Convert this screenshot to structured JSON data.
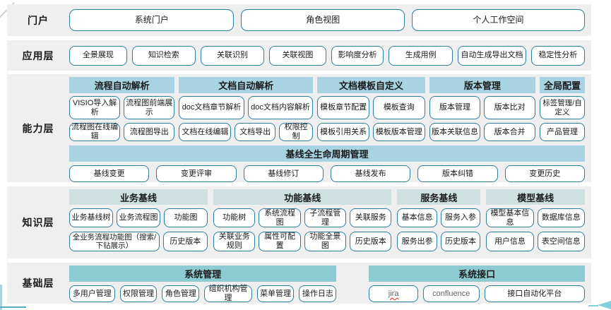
{
  "portal": {
    "label": "门户",
    "items": [
      "系统门户",
      "角色视图",
      "个人工作空间"
    ]
  },
  "app": {
    "label": "应用层",
    "items": [
      "全景展现",
      "知识检索",
      "关联识别",
      "关联视图",
      "影响度分析",
      "生成用例",
      "自动生成导出文档",
      "稳定性分析"
    ]
  },
  "cap": {
    "label": "能力层",
    "groups": [
      {
        "h": "流程自动解析",
        "r0": [
          "VISIO导入解析",
          "流程图前端展示"
        ],
        "r1": [
          "流程图在线编辑",
          "流程图导出"
        ]
      },
      {
        "h": "文档自动解析",
        "r0": [
          "doc文档章节解析",
          "doc文档内容解析"
        ],
        "r1": [
          "文档在线编辑",
          "文档导出",
          "权限控制"
        ]
      },
      {
        "h": "文档模板自定义",
        "r0": [
          "模板章节配置",
          "模板查询"
        ],
        "r1": [
          "模板引用关系",
          "模板版本管理"
        ]
      },
      {
        "h": "版本管理",
        "r0": [
          "版本管理",
          "版本比对"
        ],
        "r1": [
          "版本关联信息",
          "版本合并"
        ]
      },
      {
        "h": "全局配置",
        "r0": [
          "标签管理/自定义"
        ],
        "r1": [
          "产品管理"
        ]
      }
    ],
    "baseline": {
      "h": "基线全生命周期管理",
      "items": [
        "基线变更",
        "变更评审",
        "基线修订",
        "基线发布",
        "版本纠错",
        "变更历史"
      ]
    }
  },
  "know": {
    "label": "知识层",
    "groups": [
      {
        "h": "业务基线",
        "r0": [
          "业务基线树",
          "业务流程图",
          "功能图"
        ],
        "r1": [
          "全业务流程功能图（搜索/下钻展示）",
          "历史版本"
        ]
      },
      {
        "h": "功能基线",
        "r0": [
          "功能树",
          "系统流程图",
          "子流程管理",
          "关联服务"
        ],
        "r1": [
          "关联业务规则",
          "属性可配置",
          "功能全景图",
          "历史版本"
        ]
      },
      {
        "h": "服务基线",
        "r0": [
          "基本信息",
          "服务入参"
        ],
        "r1": [
          "服务出参",
          "历史版本"
        ]
      },
      {
        "h": "模型基线",
        "r0": [
          "模型基本信息",
          "数据库信息"
        ],
        "r1": [
          "用户信息",
          "表空间信息"
        ]
      }
    ]
  },
  "base": {
    "label": "基础层",
    "groups": [
      {
        "h": "系统管理",
        "r0": [
          "多用户管理",
          "权限管理",
          "角色管理",
          "组织机构管理",
          "菜单管理",
          "操作日志"
        ]
      },
      {
        "h": "系统接口",
        "r0": [
          "jira",
          "confluence",
          "接口自动化平台"
        ]
      }
    ]
  },
  "colors": {
    "band_bg": "#efefef",
    "header_blue": "#a7d3e3",
    "header_pale": "#cfe0e1",
    "header_teal": "#8bcbd1",
    "box_border": "#2e7f9d",
    "accent_teal": "#7fd0d8",
    "accent_line": "#55aac6"
  }
}
